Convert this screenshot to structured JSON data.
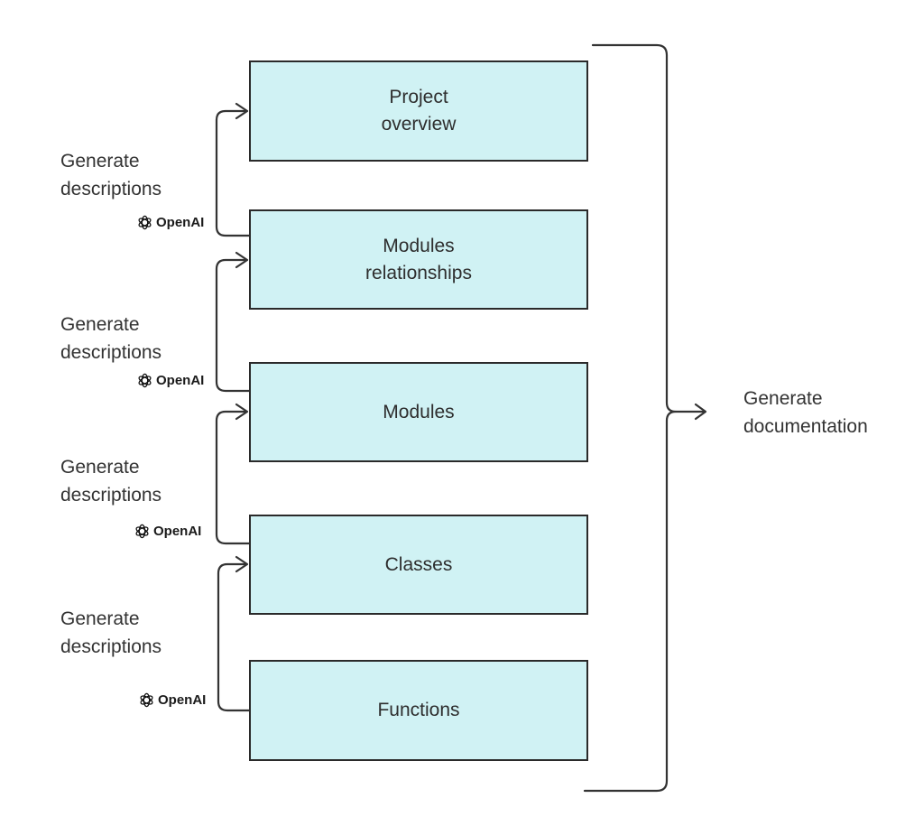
{
  "boxes": [
    {
      "label": "Project\noverview"
    },
    {
      "label": "Modules\nrelationships"
    },
    {
      "label": "Modules"
    },
    {
      "label": "Classes"
    },
    {
      "label": "Functions"
    }
  ],
  "step_labels": [
    "Generate\ndescriptions",
    "Generate\ndescriptions",
    "Generate\ndescriptions",
    "Generate\ndescriptions"
  ],
  "provider": {
    "name": "OpenAI",
    "icon": "openai-logo-icon"
  },
  "output_label": "Generate\ndocumentation",
  "colors": {
    "box_fill": "#d0f2f4",
    "stroke": "#2a2a2a"
  }
}
